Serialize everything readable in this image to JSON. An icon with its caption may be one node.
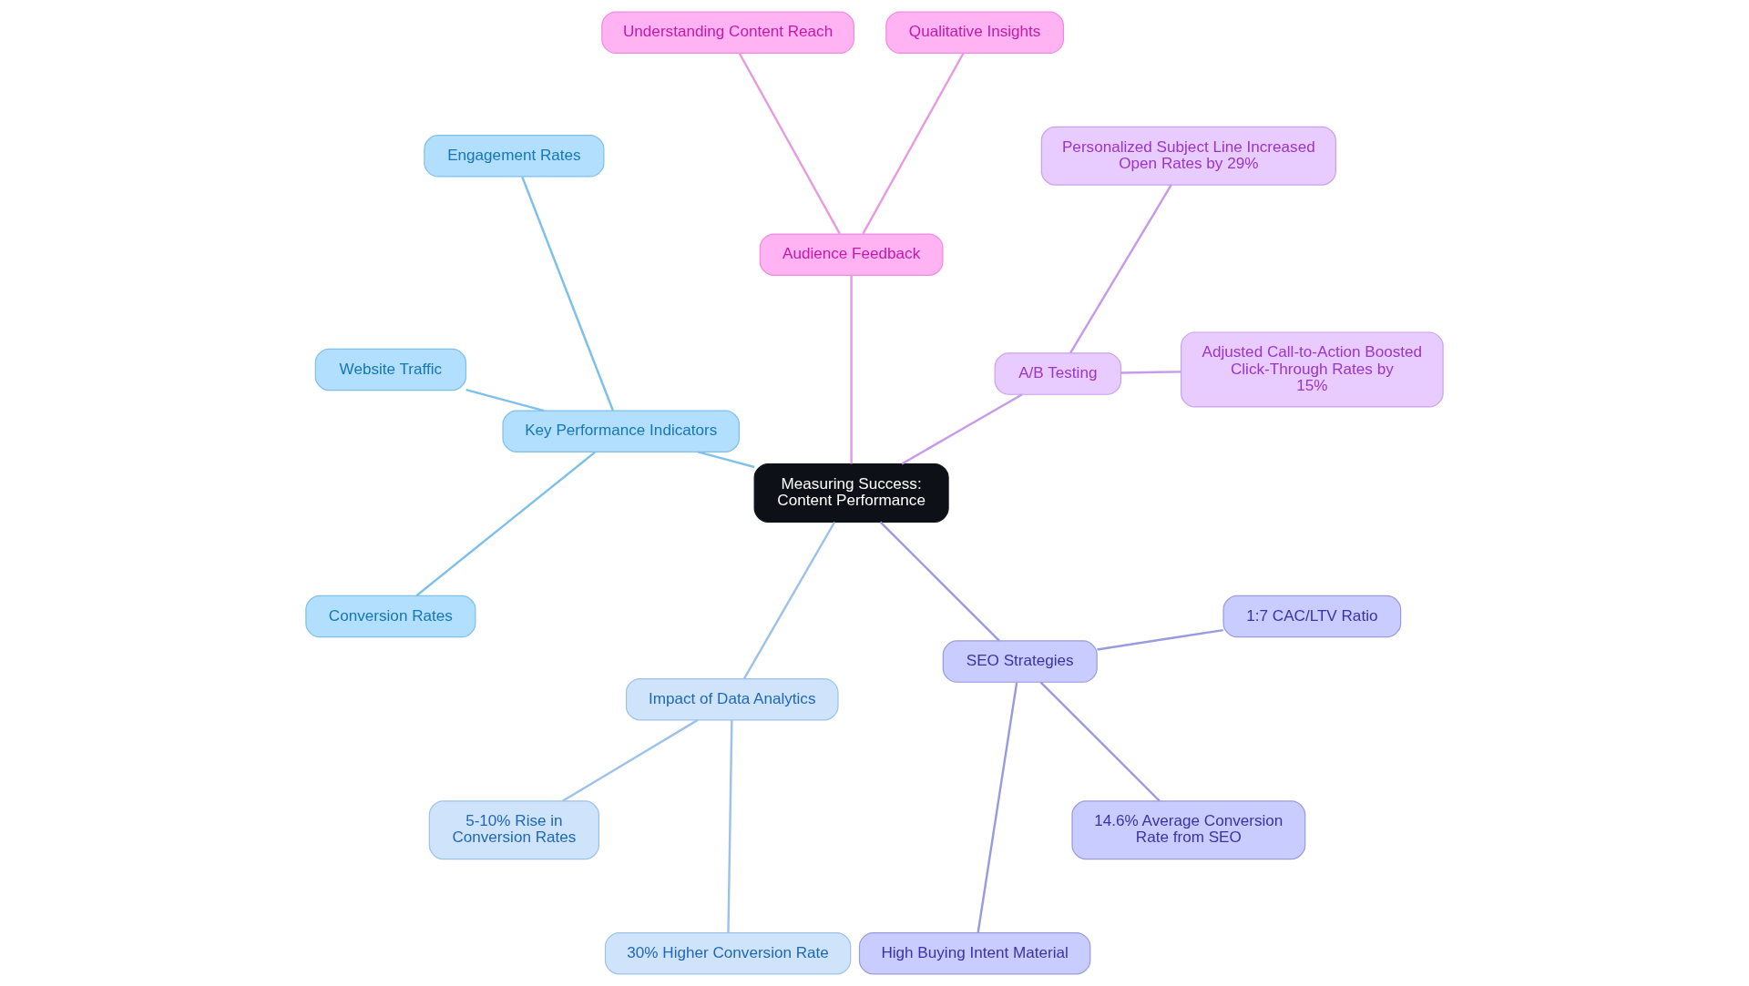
{
  "diagram": {
    "nodes": [
      {
        "text": [
          "Measuring Success: Content Performance"
        ]
      },
      {
        "text": [
          "A/B Testing"
        ]
      },
      {
        "text": [
          "Adjusted Call-to-Action Boosted Click-Through Rates by 15%"
        ]
      },
      {
        "text": [
          "Personalized Subject Line Increased Open Rates by 29%"
        ]
      },
      {
        "text": [
          "Audience Feedback"
        ]
      },
      {
        "text": [
          "Qualitative Insights"
        ]
      },
      {
        "text": [
          "Understanding Content Reach"
        ]
      },
      {
        "text": [
          "Key Performance Indicators"
        ]
      },
      {
        "text": [
          "Engagement Rates"
        ]
      },
      {
        "text": [
          "Website Traffic"
        ]
      },
      {
        "text": [
          "Conversion Rates"
        ]
      },
      {
        "text": [
          "Impact of Data Analytics"
        ]
      },
      {
        "text": [
          "5-10% Rise in Conversion Rates"
        ]
      },
      {
        "text": [
          "30% Higher Conversion Rate"
        ]
      },
      {
        "text": [
          "SEO Strategies"
        ]
      },
      {
        "text": [
          "High Buying Intent Material"
        ]
      },
      {
        "text": [
          "14.6% Average Conversion Rate from SEO"
        ]
      },
      {
        "text": [
          "1:7 CAC/LTV Ratio"
        ]
      }
    ],
    "edges": [
      {
        "from": 0,
        "to": 1,
        "arrow": "none",
        "color": "#c89ae8"
      },
      {
        "from": 1,
        "to": 2,
        "arrow": "none",
        "color": "#c89ae8"
      },
      {
        "from": 1,
        "to": 3,
        "arrow": "none",
        "color": "#c89ae8"
      },
      {
        "from": 0,
        "to": 4,
        "arrow": "none",
        "color": "#e89ae0"
      },
      {
        "from": 4,
        "to": 5,
        "arrow": "none",
        "color": "#e89ae0"
      },
      {
        "from": 4,
        "to": 6,
        "arrow": "none",
        "color": "#e89ae0"
      },
      {
        "from": 0,
        "to": 7,
        "arrow": "none",
        "color": "#7ec0ea"
      },
      {
        "from": 7,
        "to": 8,
        "arrow": "none",
        "color": "#7ec0ea"
      },
      {
        "from": 7,
        "to": 9,
        "arrow": "none",
        "color": "#7ec0ea"
      },
      {
        "from": 7,
        "to": 10,
        "arrow": "none",
        "color": "#7ec0ea"
      },
      {
        "from": 0,
        "to": 11,
        "arrow": "none",
        "color": "#9cc2ea"
      },
      {
        "from": 11,
        "to": 12,
        "arrow": "none",
        "color": "#9cc2ea"
      },
      {
        "from": 11,
        "to": 13,
        "arrow": "none",
        "color": "#9cc2ea"
      },
      {
        "from": 0,
        "to": 14,
        "arrow": "none",
        "color": "#9a9ae0"
      },
      {
        "from": 14,
        "to": 15,
        "arrow": "none",
        "color": "#9a9ae0"
      },
      {
        "from": 14,
        "to": 16,
        "arrow": "none",
        "color": "#9a9ae0"
      },
      {
        "from": 14,
        "to": 17,
        "arrow": "none",
        "color": "#9a9ae0"
      }
    ]
  }
}
